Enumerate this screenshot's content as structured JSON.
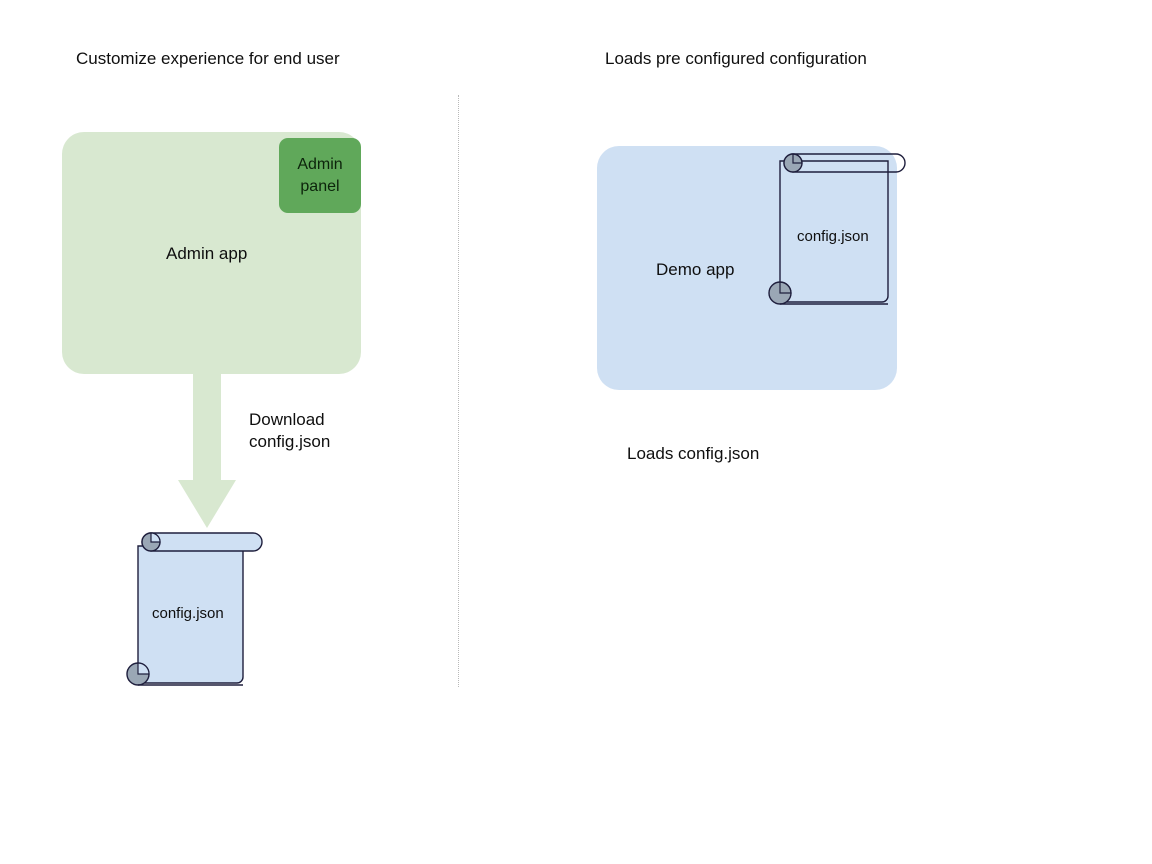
{
  "panels": {
    "left": {
      "title": "Customize experience for end user",
      "app_label": "Admin app",
      "badge_label_line1": "Admin",
      "badge_label_line2": "panel",
      "arrow_label_line1": "Download",
      "arrow_label_line2": "config.json",
      "document_label": "config.json"
    },
    "right": {
      "title": "Loads pre configured configuration",
      "app_label": "Demo app",
      "document_label": "config.json",
      "caption": "Loads config.json"
    }
  },
  "colors": {
    "admin_app_fill": "#d8e8d0",
    "admin_panel_fill": "#60a85a",
    "demo_app_fill": "#cfe0f3",
    "document_fill": "#cfe0f3",
    "document_stroke": "#1f1f3d",
    "document_curl_fill": "#9aa7b5",
    "arrow_fill": "#d8e8d0",
    "divider_stroke": "#b9b9b9",
    "text": "#0f0f0f"
  },
  "icons": {
    "arrow": "down-arrow-icon",
    "document": "scroll-document-icon"
  }
}
